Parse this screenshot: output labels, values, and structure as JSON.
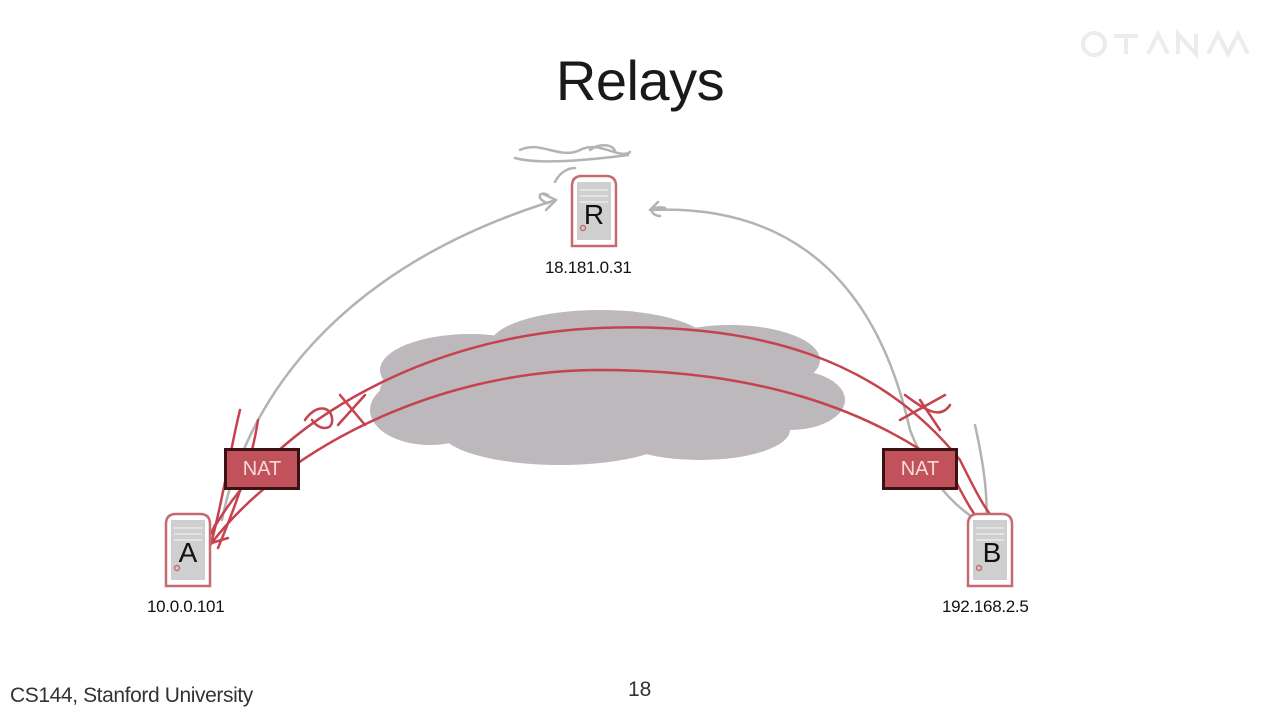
{
  "slide": {
    "title": "Relays",
    "footer_course": "CS144, Stanford University",
    "page_number": "18"
  },
  "diagram": {
    "relay": {
      "letter": "R",
      "address": "18.181.0.31"
    },
    "host_a": {
      "letter": "A",
      "address": "10.0.0.101"
    },
    "host_b": {
      "letter": "B",
      "address": "192.168.2.5"
    },
    "nat_left": {
      "label": "NAT"
    },
    "nat_right": {
      "label": "NAT"
    }
  },
  "colors": {
    "nat_fill": "#c1525b",
    "nat_border": "#3a1214",
    "server_outline": "#c66a70",
    "server_body": "#cfcfcf",
    "cloud": "#bdb8bc",
    "ink_red": "#c5434f",
    "ink_gray": "#b3b3b3"
  }
}
